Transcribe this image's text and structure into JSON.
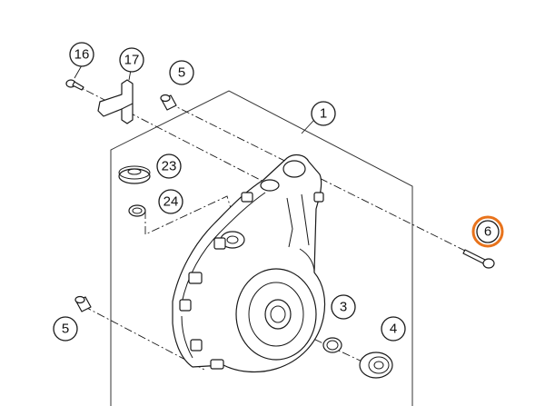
{
  "diagram": {
    "highlight_color": "#e8731c",
    "callouts": {
      "c1": "1",
      "c3": "3",
      "c4": "4",
      "c5_top": "5",
      "c5_bottom": "5",
      "c6": "6",
      "c16": "16",
      "c17": "17",
      "c23": "23",
      "c24": "24"
    }
  }
}
